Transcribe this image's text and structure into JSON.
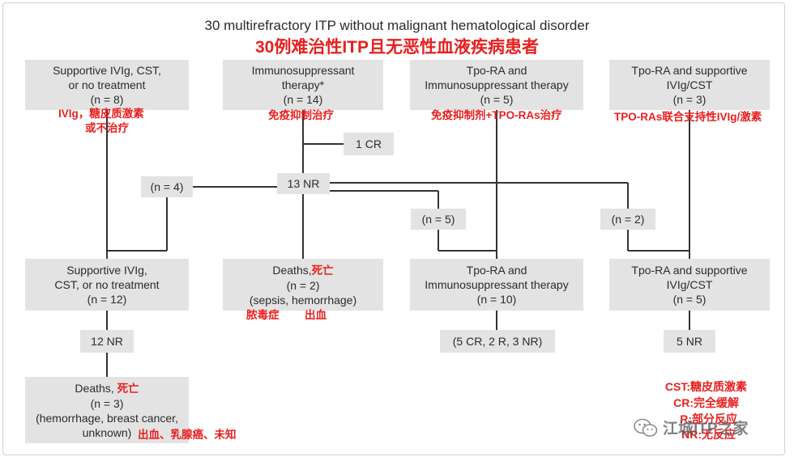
{
  "title": {
    "en": "30 multirefractory ITP without malignant hematological disorder",
    "zh": "30例难治性ITP且无恶性血液疾病患者"
  },
  "boxes": {
    "supportive_top": {
      "lines": [
        "Supportive IVIg, CST,",
        "or no treatment",
        "(n = 8)"
      ]
    },
    "immuno_top": {
      "lines": [
        "Immunosuppressant",
        "therapy*",
        "(n = 14)"
      ]
    },
    "tpo_immuno_top": {
      "lines": [
        "Tpo-RA and",
        "Immunosuppressant therapy",
        "(n = 5)"
      ]
    },
    "tpo_support_top": {
      "lines": [
        "Tpo-RA and supportive",
        "IVIg/CST",
        "(n = 3)"
      ]
    },
    "one_cr": {
      "lines": [
        "1 CR"
      ]
    },
    "n4": {
      "lines": [
        "(n = 4)"
      ]
    },
    "nr13": {
      "lines": [
        "13 NR"
      ]
    },
    "n5": {
      "lines": [
        "(n = 5)"
      ]
    },
    "n2": {
      "lines": [
        "(n = 2)"
      ]
    },
    "supportive_mid": {
      "lines": [
        "Supportive IVIg,",
        "CST, or no treatment",
        "(n = 12)"
      ]
    },
    "deaths_mid": {
      "lines": [
        "Deaths,",
        "(n = 2)",
        "(sepsis, hemorrhage)"
      ]
    },
    "tpo_immuno_mid": {
      "lines": [
        "Tpo-RA and",
        "Immunosuppressant therapy",
        "(n = 10)"
      ]
    },
    "tpo_support_mid": {
      "lines": [
        "Tpo-RA and supportive",
        "IVIg/CST",
        "(n = 5)"
      ]
    },
    "nr12": {
      "lines": [
        "12 NR"
      ]
    },
    "outcome_tpo_immuno": {
      "lines": [
        "(5 CR, 2 R, 3 NR)"
      ]
    },
    "nr5": {
      "lines": [
        "5 NR"
      ]
    },
    "deaths_bottom": {
      "lines": [
        "Deaths,",
        "(n = 3)",
        "(hemorrhage, breast cancer,",
        "unknown)"
      ]
    }
  },
  "annotations": {
    "supportive_top_1": "IVIg，糖皮质激素",
    "supportive_top_2": "或不治疗",
    "immuno_top": "免疫抑制治疗",
    "tpo_immuno_top": "免疫抑制剂+TPO-RAs治疗",
    "tpo_support_top": "TPO-RAs联合支持性IVIg/激素",
    "deaths_mid_death": "死亡",
    "deaths_mid_sepsis": "脓毒症",
    "deaths_mid_bleed": "出血",
    "deaths_bottom_death": "死亡",
    "deaths_bottom_causes": "出血、乳腺癌、未知"
  },
  "legend": [
    "CST:糖皮质激素",
    "CR:完全缓解",
    "R:部分反应",
    "NR:无反应"
  ],
  "watermark": {
    "text": "江城ITP之家",
    "icon": "wechat-icon"
  },
  "colors": {
    "box": "#e3e3e3",
    "annotation": "#e8201f",
    "line": "#333333"
  }
}
